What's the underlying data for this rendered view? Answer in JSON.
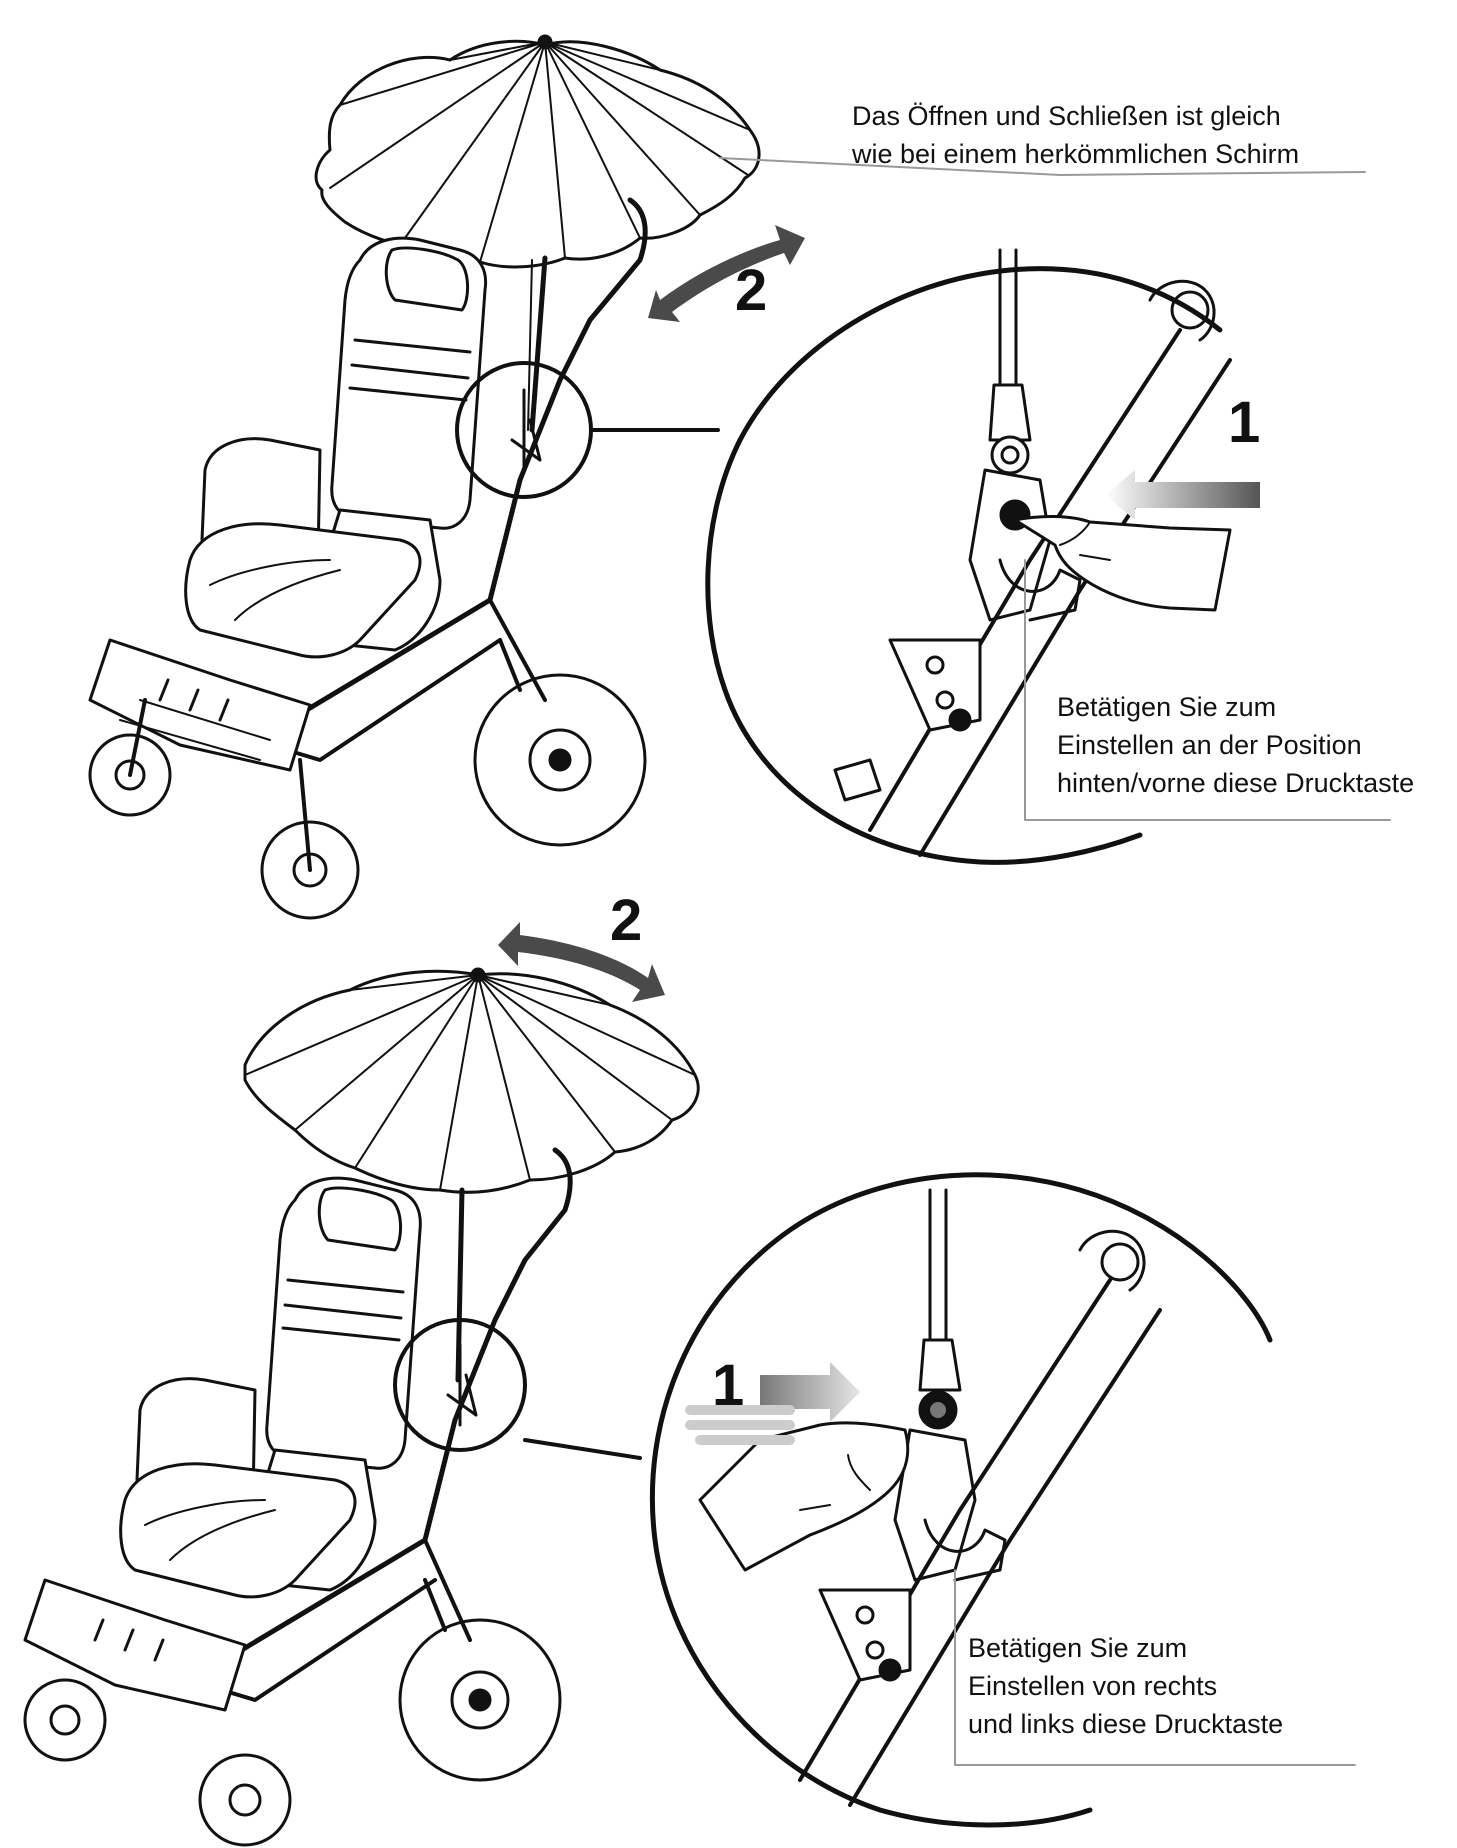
{
  "callouts": {
    "umbrella_operation": {
      "line1": "Das Öffnen und Schließen ist gleich",
      "line2": "wie bei einem herkömmlichen Schirm"
    },
    "rear_front_button": {
      "line1": "Betätigen Sie zum",
      "line2": "Einstellen an der Position",
      "line3": "hinten/vorne diese Drucktaste"
    },
    "left_right_button": {
      "line1": "Betätigen Sie zum",
      "line2": "Einstellen von rechts",
      "line3": "und links diese Drucktaste"
    }
  },
  "steps": {
    "top_rotate": "2",
    "top_press": "1",
    "bottom_rotate": "2",
    "bottom_press": "1"
  },
  "colors": {
    "line": "#111111",
    "arrow": "#4a4a4a",
    "shade": "#cccccc"
  }
}
